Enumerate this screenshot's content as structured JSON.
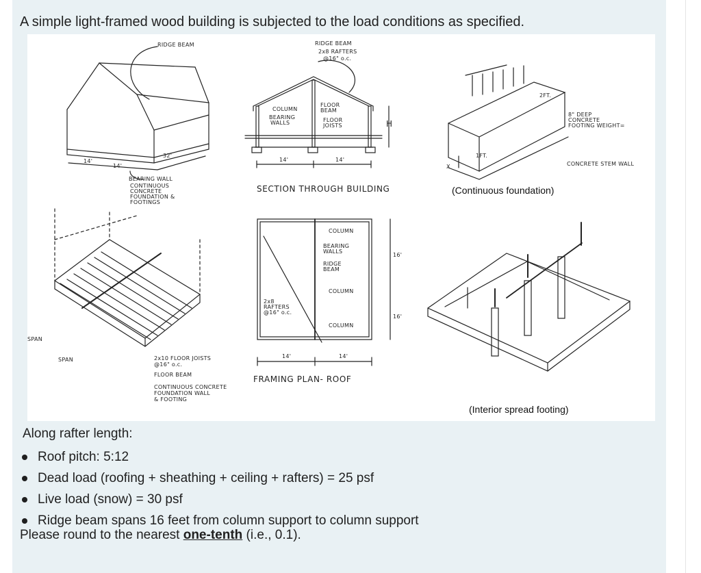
{
  "intro": "A simple light-framed wood building is subjected to the load conditions as specified.",
  "figure": {
    "labels": {
      "ridge_beam": "RIDGE BEAM",
      "bearing_wall": "BEARING WALL",
      "continuous_concrete": "CONTINUOUS",
      "continuous_concrete_2": "CONCRETE",
      "continuous_concrete_3": "FOUNDATION &",
      "continuous_concrete_4": "FOOTINGS",
      "dim_14a": "14'",
      "dim_14b": "14'",
      "dim_32": "32'",
      "ridge_beam_section": "RIDGE BEAM",
      "rafters": "2x8 RAFTERS",
      "rafters_oc": "@16\" o.c.",
      "column": "COLUMN",
      "bearing_walls": "BEARING",
      "bearing_walls_2": "WALLS",
      "floor_beam": "FLOOR",
      "floor_beam_2": "BEAM",
      "floor_joists": "FLOOR",
      "floor_joists_2": "JOISTS",
      "h": "H",
      "sec_14a": "14'",
      "sec_14b": "14'",
      "section_title": "SECTION THROUGH BUILDING",
      "two_ft": "2FT.",
      "one_ft": "1FT.",
      "x": "X",
      "footing_deep": "8\" DEEP",
      "footing_conc": "CONCRETE",
      "footing_weight": "FOOTING WEIGHT=",
      "stem_wall": "CONCRETE STEM WALL",
      "continuous_foundation": "(Continuous foundation)",
      "plan_column_1": "COLUMN",
      "plan_bearing": "BEARING",
      "plan_bearing_2": "WALLS",
      "plan_ridge": "RIDGE",
      "plan_ridge_2": "BEAM",
      "plan_column_2": "COLUMN",
      "plan_rafters": "2x8",
      "plan_rafters_2": "RAFTERS",
      "plan_rafters_3": "@16\" o.c.",
      "plan_column_3": "COLUMN",
      "plan_14a": "14'",
      "plan_14b": "14'",
      "plan_side_a": "16'",
      "plan_side_b": "16'",
      "framing_title": "FRAMING PLAN- ROOF",
      "span_a": "SPAN",
      "span_b": "SPAN",
      "joists_label": "2x10 FLOOR JOISTS",
      "joists_oc": "@16\" o.c.",
      "floor_beam_label": "FLOOR BEAM",
      "cont_wall": "CONTINUOUS CONCRETE",
      "cont_wall_2": "FOUNDATION WALL",
      "cont_wall_3": "& FOOTING",
      "interior_spread": "(Interior spread footing)"
    }
  },
  "along": "Along rafter length:",
  "bullets": [
    "Roof pitch:  5:12",
    "Dead load (roofing + sheathing + ceiling + rafters) = 25 psf",
    "Live load (snow) = 30 psf",
    "Ridge beam spans 16 feet from column support to column support"
  ],
  "round_prefix": "Please round to the nearest ",
  "round_bold": "one-tenth",
  "round_suffix": " (i.e., 0.1)."
}
